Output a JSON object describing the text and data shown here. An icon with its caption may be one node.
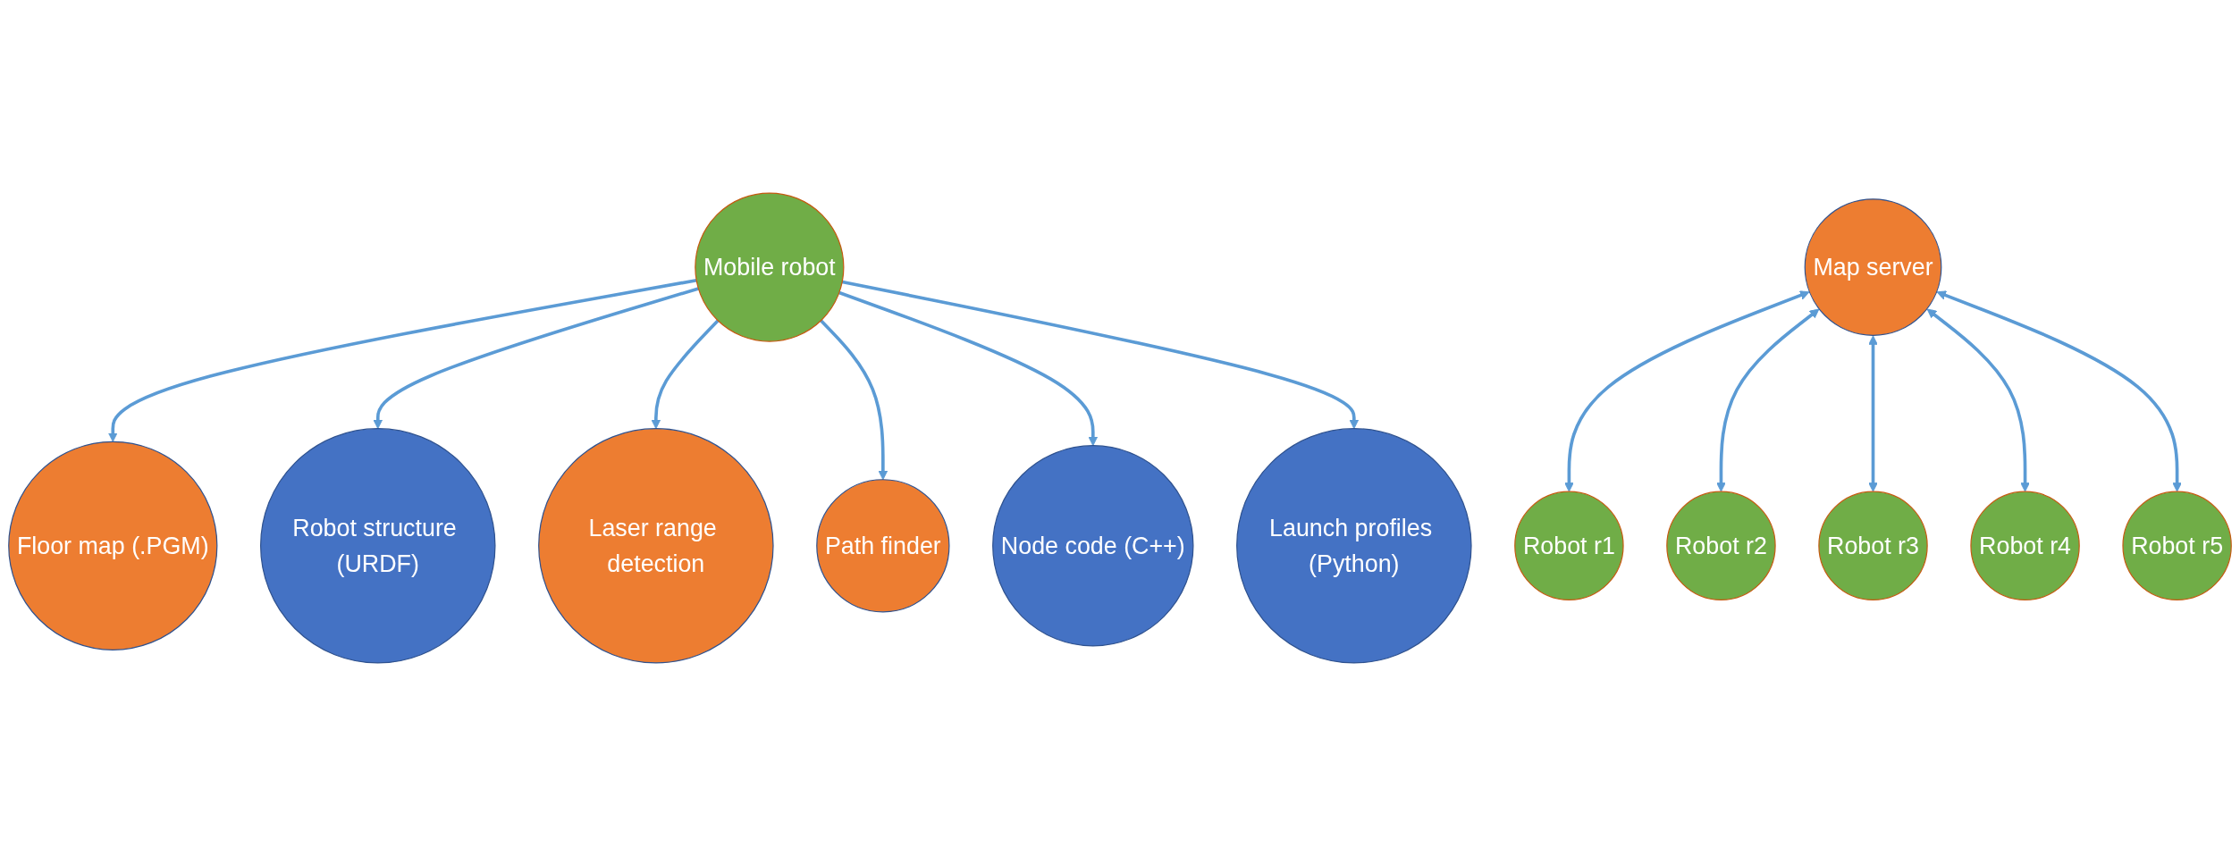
{
  "diagram": {
    "nodes": [
      {
        "text": [
          "Mobile robot"
        ]
      },
      {
        "text": [
          "Floor map (.PGM)"
        ]
      },
      {
        "text": [
          "Robot structure (URDF)"
        ]
      },
      {
        "text": [
          "Laser range detection"
        ]
      },
      {
        "text": [
          "Path finder"
        ]
      },
      {
        "text": [
          "Node code (C++)"
        ]
      },
      {
        "text": [
          "Launch profiles (Python)"
        ]
      },
      {
        "text": [
          "Map server"
        ]
      },
      {
        "text": [
          "Robot r1"
        ]
      },
      {
        "text": [
          "Robot r2"
        ]
      },
      {
        "text": [
          "Robot r3"
        ]
      },
      {
        "text": [
          "Robot r4"
        ]
      },
      {
        "text": [
          "Robot r5"
        ]
      }
    ],
    "edges": [
      {
        "from": 0,
        "to": 1,
        "arrow": "to"
      },
      {
        "from": 0,
        "to": 2,
        "arrow": "to"
      },
      {
        "from": 0,
        "to": 3,
        "arrow": "to"
      },
      {
        "from": 0,
        "to": 4,
        "arrow": "to"
      },
      {
        "from": 0,
        "to": 5,
        "arrow": "to"
      },
      {
        "from": 0,
        "to": 6,
        "arrow": "to"
      },
      {
        "from": 7,
        "to": 8,
        "arrow": "both"
      },
      {
        "from": 7,
        "to": 9,
        "arrow": "both"
      },
      {
        "from": 7,
        "to": 10,
        "arrow": "both"
      },
      {
        "from": 7,
        "to": 11,
        "arrow": "both"
      },
      {
        "from": 7,
        "to": 12,
        "arrow": "both"
      }
    ]
  }
}
